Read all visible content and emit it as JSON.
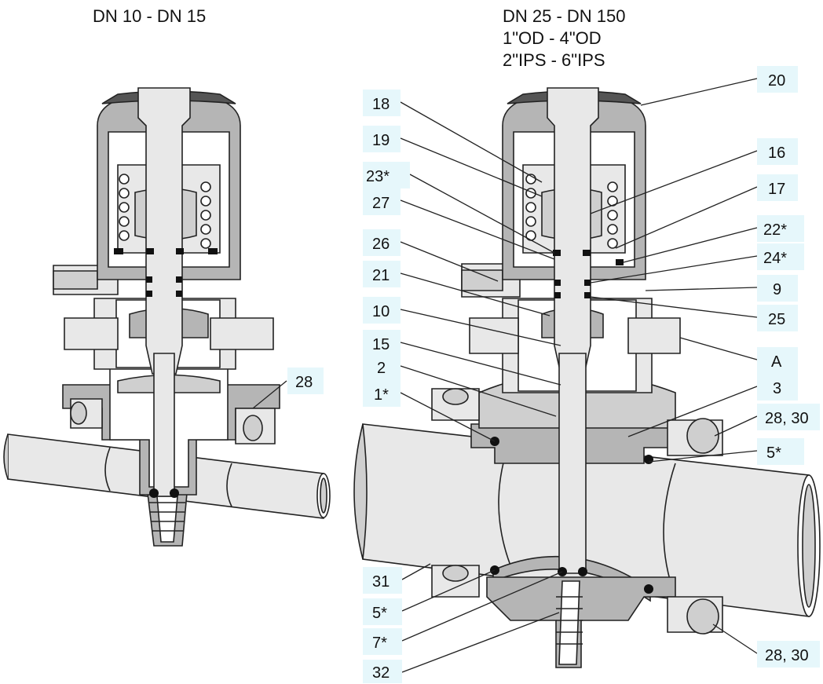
{
  "titles": {
    "left": "DN 10 - DN 15",
    "right_line1": "DN 25 - DN 150",
    "right_line2": "1\"OD - 4\"OD",
    "right_line3": "2\"IPS - 6\"IPS"
  },
  "labels": {
    "l18": "18",
    "l19": "19",
    "l23": "23*",
    "l27": "27",
    "l26": "26",
    "l21": "21",
    "l10": "10",
    "l15": "15",
    "l2": "2",
    "l1": "1*",
    "l31": "31",
    "l5b": "5*",
    "l7": "7*",
    "l32": "32",
    "l20": "20",
    "l16": "16",
    "l17": "17",
    "l22": "22*",
    "l24": "24*",
    "l9": "9",
    "l25": "25",
    "lA": "A",
    "l3": "3",
    "l2830a": "28, 30",
    "l5a": "5*",
    "l2830b": "28, 30",
    "l28": "28"
  }
}
